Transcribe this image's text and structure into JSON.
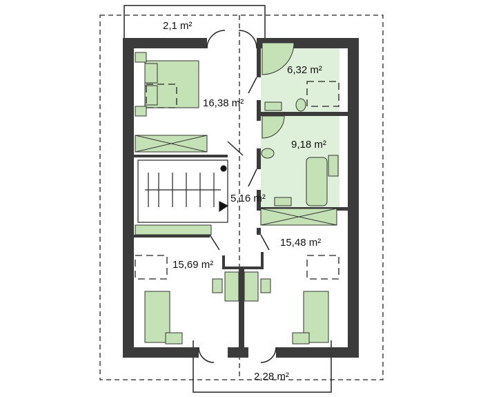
{
  "rooms": [
    {
      "name": "bedroom-top-left",
      "area": "16,38 m²"
    },
    {
      "name": "wc",
      "area": "6,32 m²"
    },
    {
      "name": "bathroom",
      "area": "9,18 m²"
    },
    {
      "name": "hall",
      "area": "5,16 m²"
    },
    {
      "name": "bedroom-bottom-right",
      "area": "15,48 m²"
    },
    {
      "name": "bedroom-bottom-left",
      "area": "15,69 m²"
    }
  ],
  "balconies": {
    "top": "2,1 m²",
    "bottom": "2,28 m²"
  },
  "colors": {
    "wall": "#3b3b3b",
    "wet_room": "#dff0da",
    "furniture": "#c5e2b6"
  }
}
